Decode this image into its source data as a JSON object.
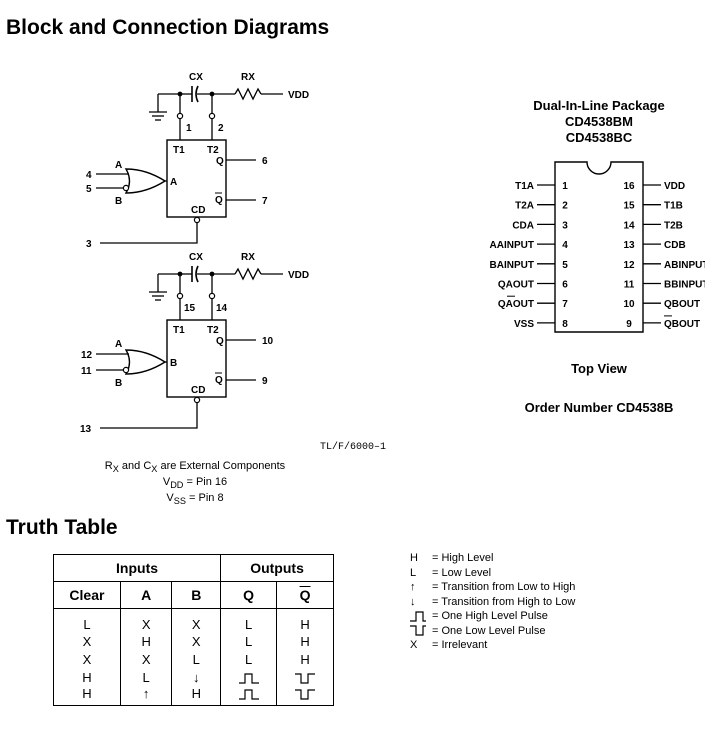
{
  "section1_title": "Block and Connection Diagrams",
  "section2_title": "Truth Table",
  "fig_ref": "TL/F/6000–1",
  "notes": {
    "line1": "R",
    "line1_sub": "X",
    "line1_mid": " and C",
    "line1_sub2": "X",
    "line1_end": " are External Components",
    "vdd_label": "V",
    "vdd_sub": "DD",
    "vdd_val": " = Pin 16",
    "vss_label": "V",
    "vss_sub": "SS",
    "vss_val": " = Pin 8"
  },
  "block_top": {
    "cx": "CX",
    "rx": "RX",
    "vdd": "VDD",
    "pin_t1": "1",
    "pin_t2": "2",
    "t1": "T1",
    "t2": "T2",
    "q": "Q",
    "qbar": "Q",
    "pin_q": "6",
    "pin_qbar": "7",
    "cd": "CD",
    "pin_cd": "3",
    "in_a_pin": "4",
    "in_b_pin": "5",
    "in_a": "A",
    "in_b": "B",
    "gate_label": "A"
  },
  "block_bot": {
    "cx": "CX",
    "rx": "RX",
    "vdd": "VDD",
    "pin_t1": "15",
    "pin_t2": "14",
    "t1": "T1",
    "t2": "T2",
    "q": "Q",
    "qbar": "Q",
    "pin_q": "10",
    "pin_qbar": "9",
    "cd": "CD",
    "pin_cd": "13",
    "in_a_pin": "12",
    "in_b_pin": "11",
    "in_a": "A",
    "in_b": "B",
    "gate_label": "B"
  },
  "package": {
    "title": "Dual-In-Line Package",
    "part1": "CD4538BM",
    "part2": "CD4538BC",
    "left_pins": [
      {
        "label": "T1A",
        "num": "1"
      },
      {
        "label": "T2A",
        "num": "2"
      },
      {
        "label": "CDA",
        "num": "3"
      },
      {
        "label": "AAINPUT",
        "num": "4"
      },
      {
        "label": "BAINPUT",
        "num": "5"
      },
      {
        "label": "QAOUT",
        "num": "6"
      },
      {
        "label": "QAOUT",
        "num": "7"
      },
      {
        "label": "VSS",
        "num": "8"
      }
    ],
    "right_pins": [
      {
        "label": "VDD",
        "num": "16"
      },
      {
        "label": "T1B",
        "num": "15"
      },
      {
        "label": "T2B",
        "num": "14"
      },
      {
        "label": "CDB",
        "num": "13"
      },
      {
        "label": "ABINPUT",
        "num": "12"
      },
      {
        "label": "BBINPUT",
        "num": "11"
      },
      {
        "label": "QBOUT",
        "num": "10"
      },
      {
        "label": "QBOUT",
        "num": "9"
      }
    ],
    "top_view": "Top View",
    "order": "Order Number CD4538B"
  },
  "truth_table": {
    "group_inputs": "Inputs",
    "group_outputs": "Outputs",
    "headers": [
      "Clear",
      "A",
      "B",
      "Q",
      "Q"
    ],
    "rows": [
      [
        "L",
        "X",
        "X",
        "L",
        "H"
      ],
      [
        "X",
        "H",
        "X",
        "L",
        "H"
      ],
      [
        "X",
        "X",
        "L",
        "L",
        "H"
      ],
      [
        "H",
        "L",
        "↓",
        "high-pulse",
        "low-pulse"
      ],
      [
        "H",
        "↑",
        "H",
        "high-pulse",
        "low-pulse"
      ]
    ]
  },
  "legend": [
    {
      "sym": "H",
      "text": "= High Level"
    },
    {
      "sym": "L",
      "text": "= Low Level"
    },
    {
      "sym": "↑",
      "text": "= Transition from Low to High"
    },
    {
      "sym": "↓",
      "text": "= Transition from High to Low"
    },
    {
      "sym": "high-pulse",
      "text": "= One High Level Pulse"
    },
    {
      "sym": "low-pulse",
      "text": "= One Low Level Pulse"
    },
    {
      "sym": "X",
      "text": "= Irrelevant"
    }
  ]
}
